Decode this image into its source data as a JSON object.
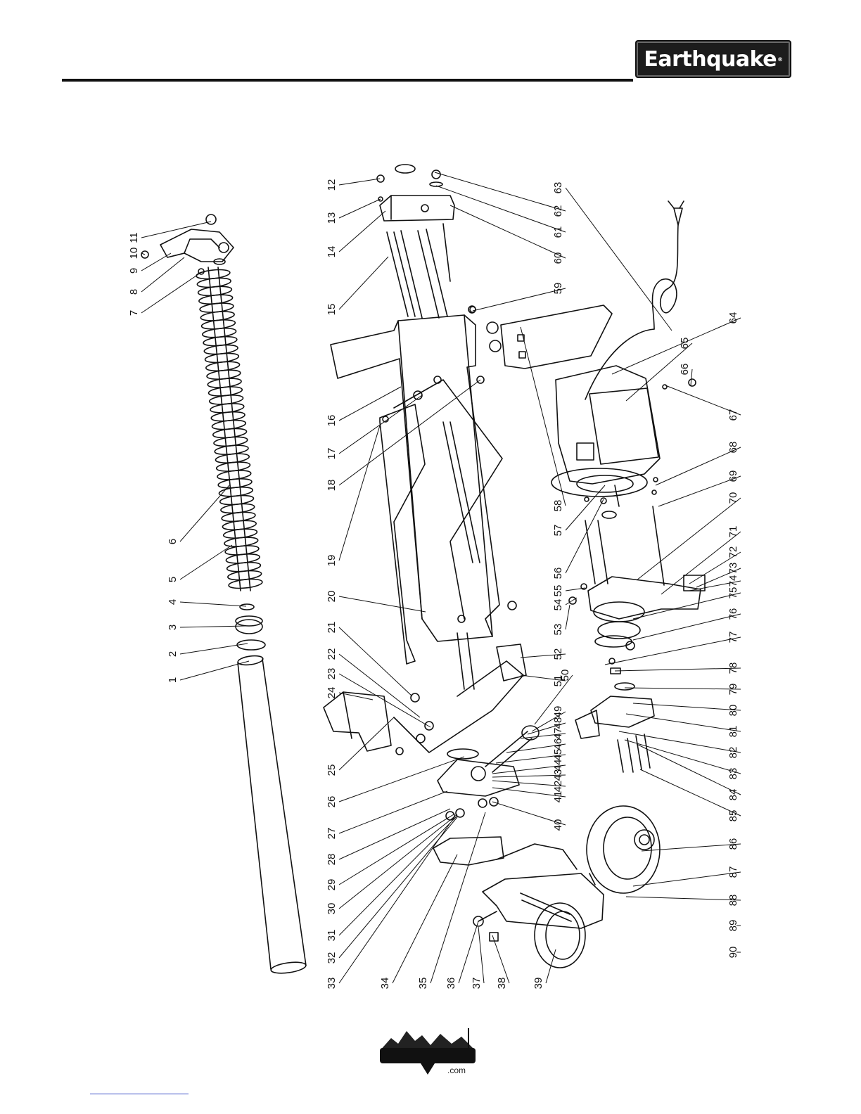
{
  "header": {
    "brand": "Earthquake",
    "brand_mark": "®"
  },
  "diagram": {
    "callouts": [
      "1",
      "2",
      "3",
      "4",
      "5",
      "6",
      "7",
      "8",
      "9",
      "10",
      "11",
      "12",
      "13",
      "14",
      "15",
      "16",
      "17",
      "18",
      "19",
      "20",
      "21",
      "22",
      "23",
      "24",
      "25",
      "26",
      "27",
      "28",
      "29",
      "30",
      "31",
      "32",
      "33",
      "34",
      "35",
      "36",
      "37",
      "38",
      "39",
      "40",
      "41",
      "42",
      "43",
      "44",
      "45",
      "46",
      "47",
      "48",
      "49",
      "50",
      "51",
      "52",
      "53",
      "54",
      "55",
      "56",
      "57",
      "58",
      "59",
      "60",
      "61",
      "62",
      "63",
      "64",
      "65",
      "66",
      "67",
      "68",
      "69",
      "70",
      "71",
      "72",
      "73",
      "74",
      "75",
      "76",
      "77",
      "78",
      "79",
      "80",
      "81",
      "82",
      "83",
      "84",
      "85",
      "86",
      "87",
      "88",
      "89",
      "90"
    ]
  },
  "footer": {
    "logo_text": ".com"
  }
}
